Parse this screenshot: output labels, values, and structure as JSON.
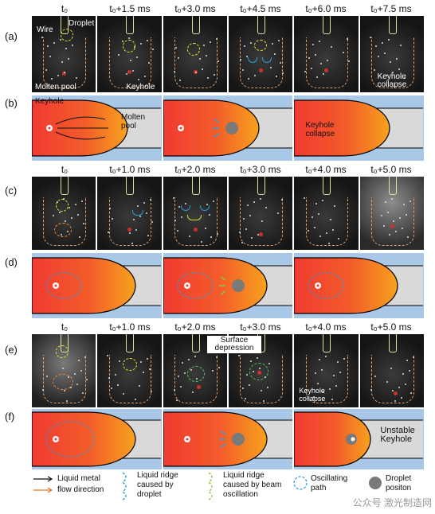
{
  "panels": [
    "(a)",
    "(b)",
    "(c)",
    "(d)",
    "(e)",
    "(f)"
  ],
  "times_a": [
    "t₀",
    "t₀+1.5 ms",
    "t₀+3.0 ms",
    "t₀+4.5 ms",
    "t₀+6.0 ms",
    "t₀+7.5 ms"
  ],
  "times_c": [
    "t₀",
    "t₀+1.0 ms",
    "t₀+2.0 ms",
    "t₀+3.0 ms",
    "t₀+4.0 ms",
    "t₀+5.0 ms"
  ],
  "times_e": [
    "t₀",
    "t₀+1.0 ms",
    "t₀+2.0 ms",
    "t₀+3.0 ms",
    "t₀+4.0 ms",
    "t₀+5.0 ms"
  ],
  "labels": {
    "wire": "Wire",
    "droplet": "Droplet",
    "molten_pool": "Molten pool",
    "keyhole": "Keyhole",
    "keyhole_collapse": "Keyhole collapse",
    "molten_pool_b": "Molten pool",
    "keyhole_b": "Keyhole",
    "keyhole_collapse_b": "Keyhole collapse",
    "surface_depression": "Surface depression",
    "keyhole_collapse_e": "Keyhole collapse",
    "unstable_keyhole": "Unstable Keyhole"
  },
  "legend": {
    "liquid_metal": "Liquid metal",
    "flow_direction": "flow direction",
    "ridge_droplet_1": "Liquid ridge",
    "ridge_droplet_2": "caused by",
    "ridge_droplet_3": "droplet",
    "ridge_beam_1": "Liquid ridge",
    "ridge_beam_2": "caused by beam",
    "ridge_beam_3": "oscillation",
    "oscillating_1": "Oscillating",
    "oscillating_2": "path",
    "droplet_pos_1": "Droplet",
    "droplet_pos_2": "positon"
  },
  "watermark": "公众号 激光制造网",
  "colors": {
    "pool_red": "#f03a32",
    "pool_orange": "#f7a21e",
    "background_blue": "#a9c8e8",
    "channel_grey": "#d9d9d9",
    "ridge_blue": "#2f9bd8",
    "ridge_green": "#8cc63f",
    "arrow_orange": "#e07a25"
  },
  "icons": [
    "liquid-metal-arrow-icon",
    "flow-direction-arrow-icon",
    "ridge-droplet-icon",
    "ridge-beam-icon",
    "oscillating-path-icon",
    "droplet-position-icon"
  ]
}
